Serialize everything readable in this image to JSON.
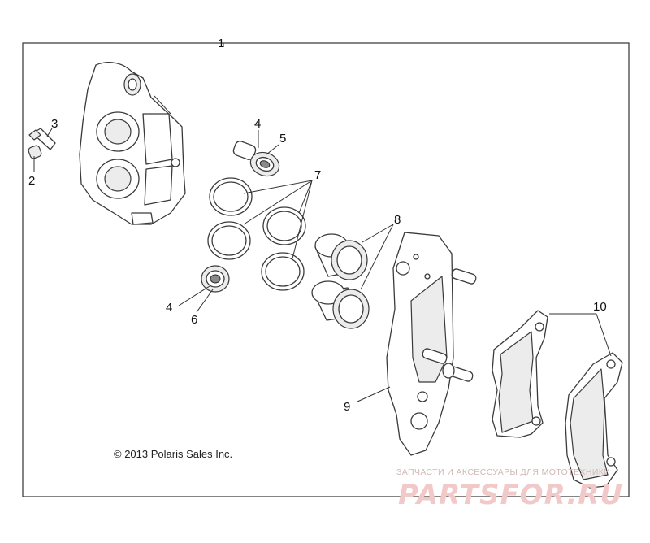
{
  "diagram": {
    "callouts": {
      "c1": "1",
      "c2": "2",
      "c3": "3",
      "c4a": "4",
      "c4b": "4",
      "c5": "5",
      "c6": "6",
      "c7": "7",
      "c8": "8",
      "c9": "9",
      "c10": "10"
    },
    "copyright": "© 2013 Polaris Sales Inc.",
    "watermark": {
      "tagline": "ЗАПЧАСТИ И АКСЕССУАРЫ ДЛЯ МОТОТЕХНИКИ",
      "brand": "PARTSFOR.RU"
    }
  }
}
